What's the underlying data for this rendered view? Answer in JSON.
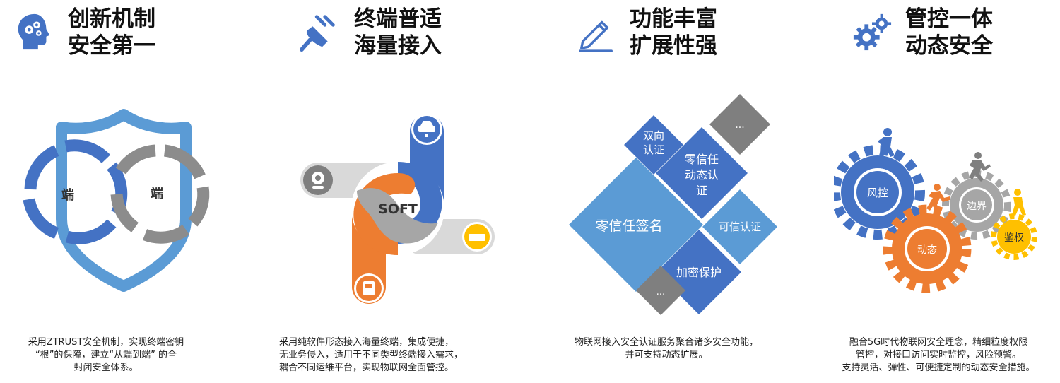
{
  "colors": {
    "blue": "#4472c4",
    "lightblue": "#5b9bd5",
    "orange": "#ed7d31",
    "gray": "#9e9e9e",
    "lightgray": "#d9d9d9",
    "darkgray": "#7f7f7f",
    "yellow": "#ffc000"
  },
  "features": [
    {
      "title_line1": "创新机制",
      "title_line2": "安全第一",
      "icon": "head-gears-icon",
      "illustration": {
        "left_label": "端",
        "right_label": "端"
      },
      "desc": [
        "采用ZTRUST安全机制，实现终端密钥",
        "“根”的保障，建立“从端到端” 的全",
        "封闭安全体系。"
      ]
    },
    {
      "title_line1": "终端普适",
      "title_line2": "海量接入",
      "icon": "plug-icon",
      "illustration": {
        "center_label": "SOFT"
      },
      "desc": [
        "采用纯软件形态接入海量终端，集成便捷，",
        "无业务侵入，适用于不同类型终端接入需求，",
        "耦合不同运维平台，实现物联网全面管控。"
      ]
    },
    {
      "title_line1": "功能丰富",
      "title_line2": "扩展性强",
      "icon": "pencil-icon",
      "illustration": {
        "big": "零信任签名",
        "mutual_1": "双向",
        "mutual_2": "认证",
        "zt_1": "零信任",
        "zt_2": "动态认",
        "zt_3": "证",
        "trusted": "可信认证",
        "encrypt": "加密保护",
        "more_top": "...",
        "more_bottom": "..."
      },
      "desc": [
        "物联网接入安全认证服务聚合诸多安全功能，",
        "并可支持动态扩展。"
      ]
    },
    {
      "title_line1": "管控一体",
      "title_line2": "动态安全",
      "icon": "gears-icon",
      "illustration": {
        "fengkong": "风控",
        "biangjie": "边界",
        "dongtai": "动态",
        "jianquan": "鉴权"
      },
      "desc": [
        "融合5G时代物联网安全理念，精细粒度权限",
        "管控，对接口访问实时监控，风险预警。",
        "支持灵活、弹性、可便捷定制的动态安全措施。"
      ]
    }
  ]
}
